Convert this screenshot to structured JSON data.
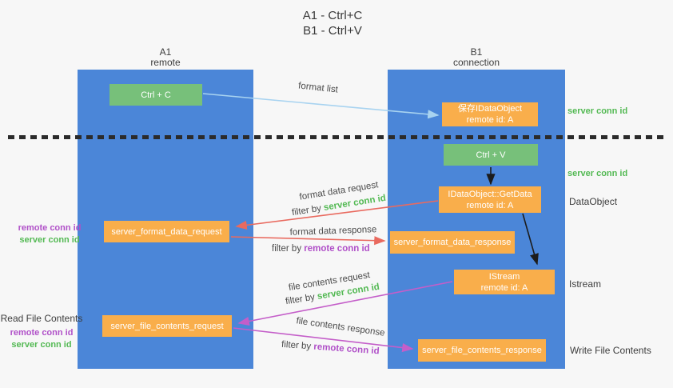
{
  "title": {
    "line1": "A1 - Ctrl+C",
    "line2": "B1 - Ctrl+V"
  },
  "lanes": {
    "a1": {
      "title": "A1",
      "subtitle": "remote"
    },
    "b1": {
      "title": "B1",
      "subtitle": "connection"
    }
  },
  "nodes": {
    "ctrl_c": {
      "label": "Ctrl + C"
    },
    "save_idataobject": {
      "line1": "保存IDataObject",
      "line2": "remote id: A"
    },
    "ctrl_v": {
      "label": "Ctrl + V"
    },
    "getdata": {
      "line1": "IDataObject::GetData",
      "line2": "remote id: A"
    },
    "format_request": {
      "label": "server_format_data_request"
    },
    "format_response": {
      "label": "server_format_data_response"
    },
    "istream": {
      "line1": "IStream",
      "line2": "remote id: A"
    },
    "file_request": {
      "label": "server_file_contents_request"
    },
    "file_response": {
      "label": "server_file_contents_response"
    }
  },
  "right_labels": {
    "server_conn_id_top": "server conn id",
    "server_conn_id_mid": "server conn id",
    "dataobject": "DataObject",
    "istream": "Istream",
    "write_file_contents": "Write File Contents"
  },
  "left_labels": {
    "group1": {
      "remote_conn_id": "remote conn id",
      "server_conn_id": "server conn id"
    },
    "group2": {
      "title": "Read File Contents",
      "remote_conn_id": "remote conn id",
      "server_conn_id": "server conn id"
    }
  },
  "flow_labels": {
    "format_list": "format list",
    "format_data_request": "format data request",
    "filter1": {
      "prefix": "filter by ",
      "value": "server conn id"
    },
    "format_data_response": "format data response",
    "filter2": {
      "prefix": "filter by ",
      "value": "remote conn id"
    },
    "file_contents_request": "file contents request",
    "filter3": {
      "prefix": "filter by ",
      "value": "server conn id"
    },
    "file_contents_response": "file contents response",
    "filter4": {
      "prefix": "filter by ",
      "value": "remote conn id"
    }
  },
  "colors": {
    "lane_blue": "#4b86d8",
    "node_green": "#77c07a",
    "node_orange": "#f9ae4b",
    "accent_green": "#53b953",
    "accent_purple": "#b050c8",
    "arrow_red": "#e96a5f",
    "arrow_magenta": "#c45ec9",
    "arrow_lightblue": "#a8d3f0",
    "arrow_black": "#1c1c1c"
  }
}
